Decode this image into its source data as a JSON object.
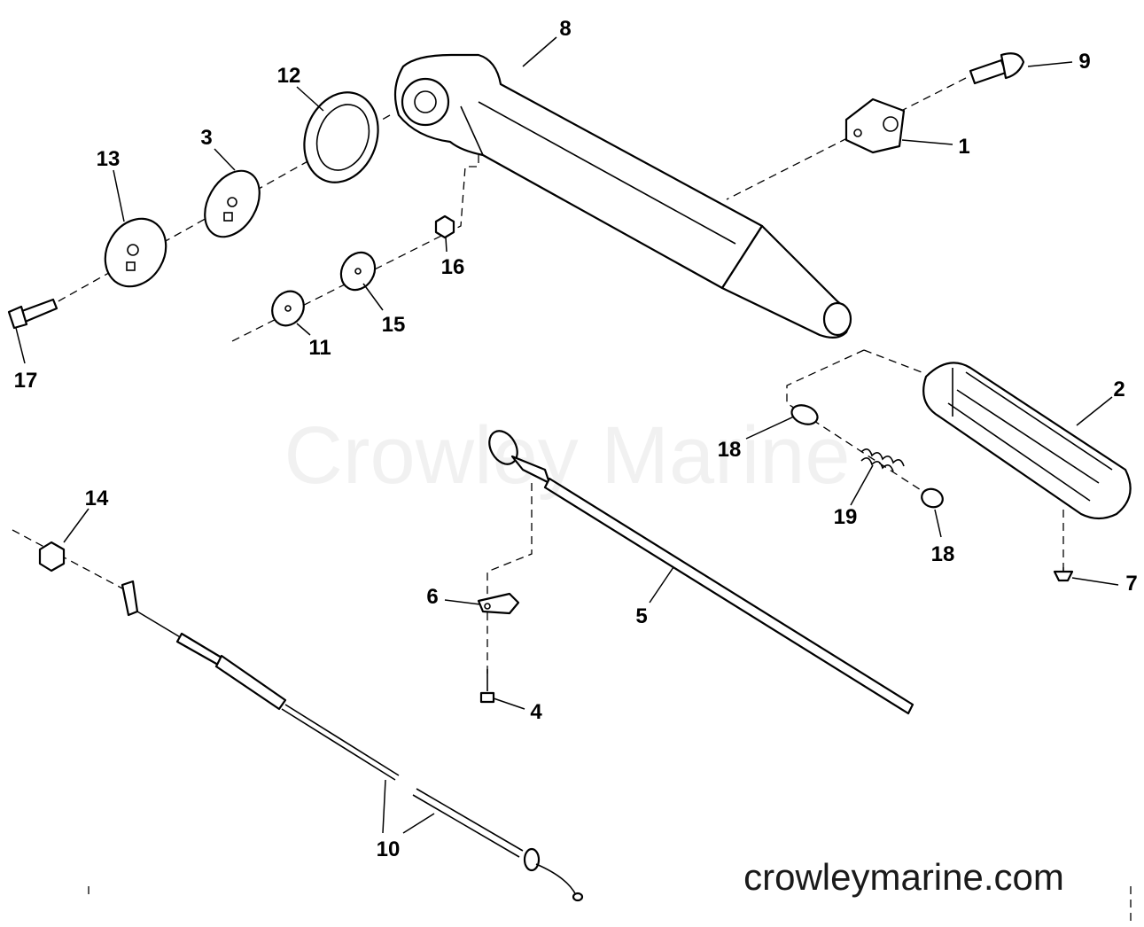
{
  "watermark": "Crowley Marine",
  "site": "crowleymarine.com",
  "callouts": [
    "8",
    "9",
    "1",
    "12",
    "3",
    "13",
    "16",
    "15",
    "11",
    "17",
    "2",
    "18",
    "19",
    "18",
    "7",
    "14",
    "6",
    "5",
    "4",
    "10"
  ]
}
